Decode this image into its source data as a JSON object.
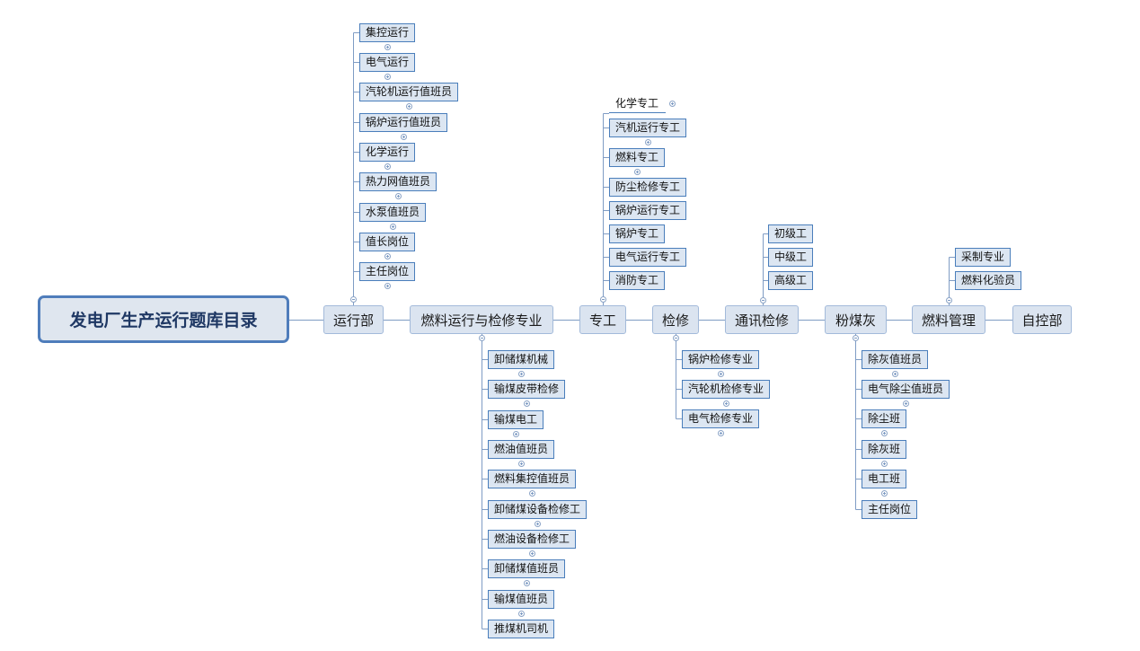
{
  "root": {
    "title": "发电厂生产运行题库目录"
  },
  "branches": [
    {
      "label": "运行部",
      "children": [
        "集控运行",
        "电气运行",
        "汽轮机运行值班员",
        "锅炉运行值班员",
        "化学运行",
        "热力网值班员",
        "水泵值班员",
        "值长岗位",
        "主任岗位"
      ]
    },
    {
      "label": "燃料运行与检修专业",
      "children": [
        "卸储煤机械",
        "输煤皮带检修",
        "输煤电工",
        "燃油值班员",
        "燃料集控值班员",
        "卸储煤设备检修工",
        "燃油设备检修工",
        "卸储煤值班员",
        "输煤值班员",
        "推煤机司机"
      ]
    },
    {
      "label": "专工",
      "children": [
        "化学专工",
        "汽机运行专工",
        "燃料专工",
        "防尘检修专工",
        "锅炉运行专工",
        "锅炉专工",
        "电气运行专工",
        "消防专工"
      ]
    },
    {
      "label": "检修",
      "children": [
        "锅炉检修专业",
        "汽轮机检修专业",
        "电气检修专业"
      ]
    },
    {
      "label": "通讯检修",
      "children": [
        "初级工",
        "中级工",
        "高级工"
      ]
    },
    {
      "label": "粉煤灰",
      "children": [
        "除灰值班员",
        "电气除尘值班员",
        "除尘班",
        "除灰班",
        "电工班",
        "主任岗位"
      ]
    },
    {
      "label": "燃料管理",
      "children": [
        "采制专业",
        "燃料化验员"
      ]
    },
    {
      "label": "自控部",
      "children": []
    }
  ],
  "icons": {
    "expand": "expand-icon",
    "collapse": "collapse-icon"
  },
  "colors": {
    "root_border": "#4f7dbb",
    "root_fill": "#dfe6ef",
    "title_text": "#1f3864",
    "branch_fill": "#dbe4f0",
    "node_border": "#4a7ebb",
    "node_fill": "#dce6f2",
    "connector": "#7f9cc4"
  }
}
